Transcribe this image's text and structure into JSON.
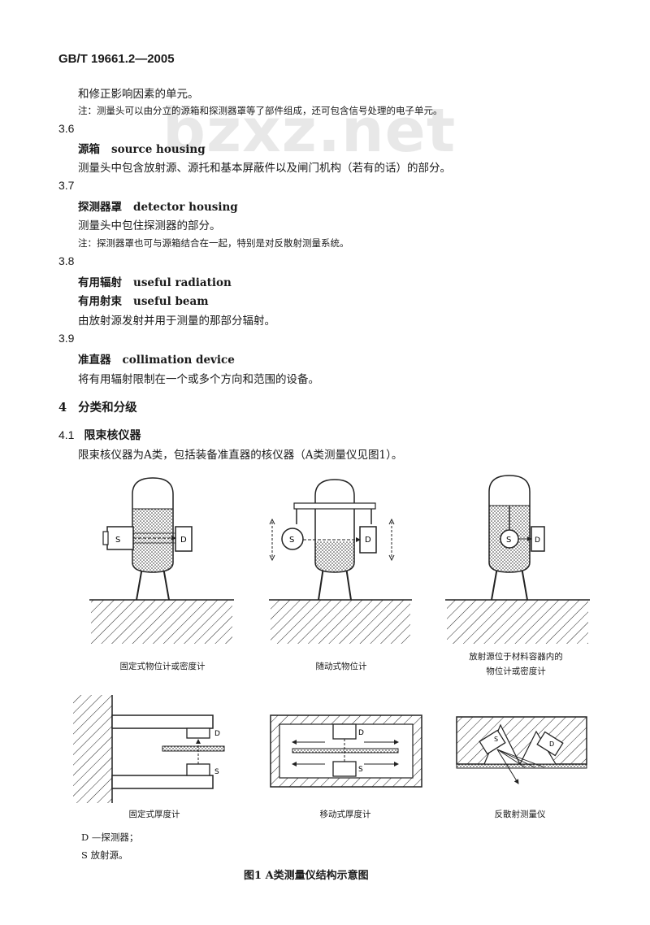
{
  "header": {
    "standard_code": "GB/T 19661.2—2005"
  },
  "watermark": {
    "text": "bzxz.net"
  },
  "body": {
    "line_cont": "和修正影响因素的单元。",
    "note_1": "注：测量头可以由分立的源箱和探测器罩等了部件组成，还可包含信号处理的电子单元。",
    "s36": {
      "num": "3.6",
      "term_cn": "源箱",
      "term_en": "source housing",
      "def": "测量头中包含放射源、源托和基本屏蔽件以及闸门机构（若有的话）的部分。"
    },
    "s37": {
      "num": "3.7",
      "term_cn": "探测器罩",
      "term_en": "detector housing",
      "def": "测量头中包住探测器的部分。",
      "note": "注：探测器罩也可与源箱结合在一起，特别是对反散射测量系统。"
    },
    "s38": {
      "num": "3.8",
      "term1_cn": "有用辐射",
      "term1_en": "useful radiation",
      "term2_cn": "有用射束",
      "term2_en": "useful beam",
      "def": "由放射源发射并用于测量的那部分辐射。"
    },
    "s39": {
      "num": "3.9",
      "term_cn": "准直器",
      "term_en": "collimation device",
      "def": "将有用辐射限制在一个或多个方向和范围的设备。"
    },
    "s4": {
      "num": "4",
      "title": "分类和分级"
    },
    "s41": {
      "num": "4.1",
      "title": "限束核仪器",
      "text": "限束核仪器为A类，包括装备准直器的核仪器（A类测量仪见图1）。"
    }
  },
  "figure": {
    "label_S": "S",
    "label_D": "D",
    "captions": {
      "c1": "固定式物位计或密度计",
      "c2": "随动式物位计",
      "c3_line1": "放射源位于材料容器内的",
      "c3_line2": "物位计或密度计",
      "c4": "固定式厚度计",
      "c5": "移动式厚度计",
      "c6": "反散射测量仪"
    },
    "legend": {
      "d": "D  —探测器；",
      "s": "S     放射源。"
    },
    "title": "图1   A类测量仪结构示意图"
  }
}
